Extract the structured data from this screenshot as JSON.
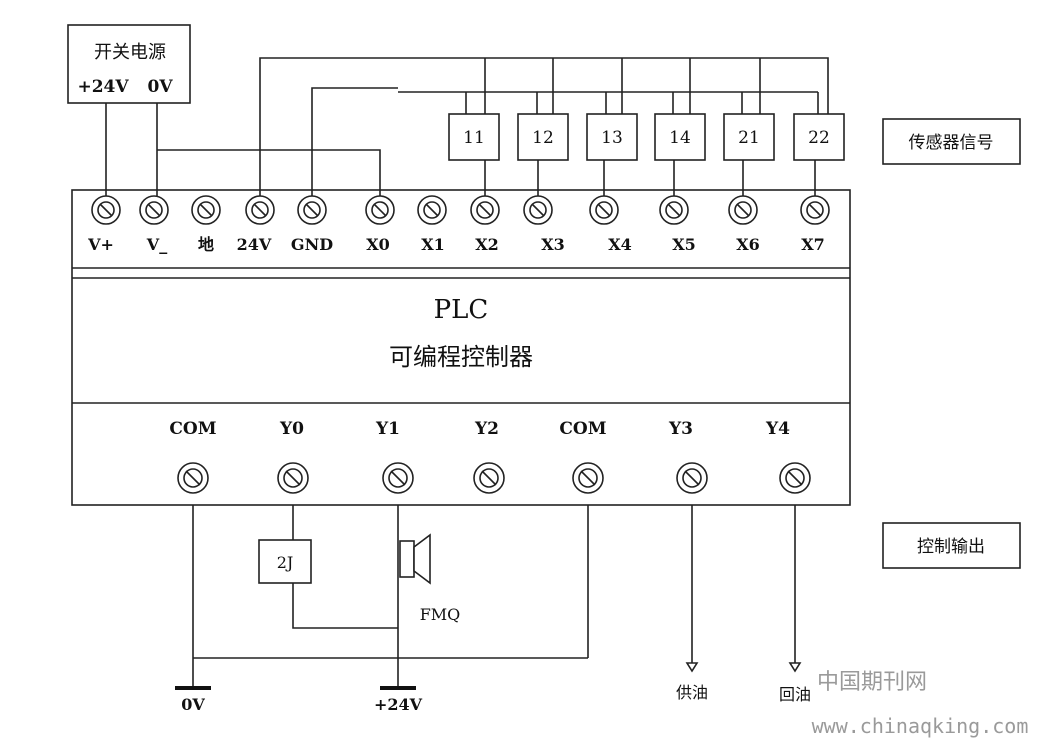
{
  "power_supply": {
    "title": "开关电源",
    "v24": "+24V",
    "v0": "0V"
  },
  "side_labels": {
    "sensor": "传感器信号",
    "control": "控制输出"
  },
  "plc": {
    "title": "PLC",
    "subtitle": "可编程控制器"
  },
  "input_terminals": [
    "V+",
    "V_",
    "地",
    "24V",
    "GND",
    "X0",
    "X1",
    "X2",
    "X3",
    "X4",
    "X5",
    "X6",
    "X7"
  ],
  "output_terminals": [
    "COM",
    "Y0",
    "Y1",
    "Y2",
    "COM",
    "Y3",
    "Y4"
  ],
  "sensors": [
    "11",
    "12",
    "13",
    "14",
    "21",
    "22"
  ],
  "relay": "2J",
  "buzzer": "FMQ",
  "ground_labels": {
    "zero": "0V",
    "plus24": "+24V"
  },
  "outputs": {
    "supply_oil": "供油",
    "return_oil": "回油"
  },
  "watermark": {
    "cn": "中国期刊网",
    "url": "www.chinaqking.com"
  }
}
